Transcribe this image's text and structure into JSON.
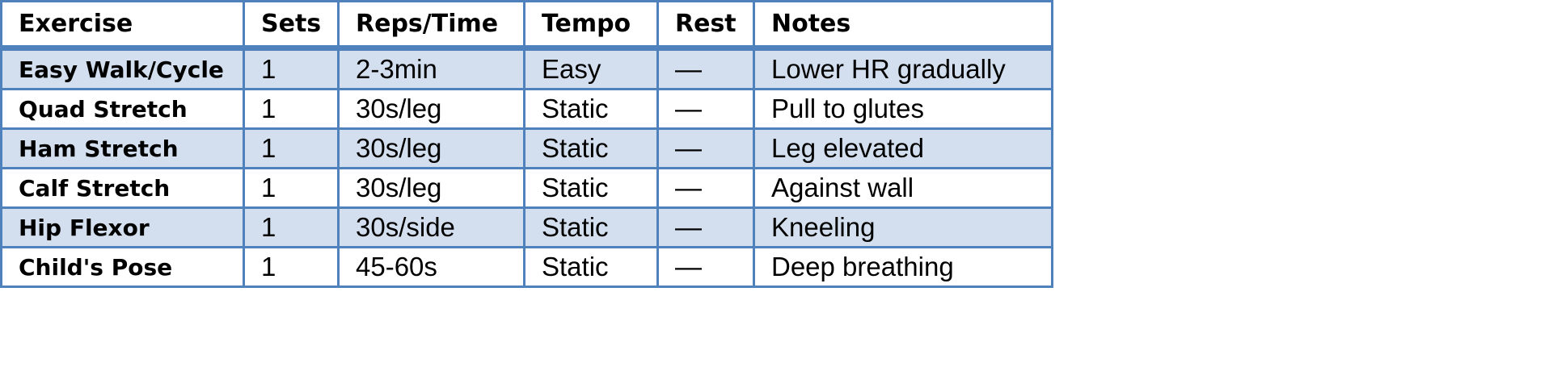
{
  "table": {
    "headers": [
      "Exercise",
      "Sets",
      "Reps/Time",
      "Tempo",
      "Rest",
      "Notes"
    ],
    "rows": [
      {
        "exercise": "Easy Walk/Cycle",
        "sets": "1",
        "reps_time": "2-3min",
        "tempo": "Easy",
        "rest": "—",
        "notes": "Lower HR gradually"
      },
      {
        "exercise": "Quad Stretch",
        "sets": "1",
        "reps_time": "30s/leg",
        "tempo": "Static",
        "rest": "—",
        "notes": "Pull to glutes"
      },
      {
        "exercise": "Ham Stretch",
        "sets": "1",
        "reps_time": "30s/leg",
        "tempo": "Static",
        "rest": "—",
        "notes": "Leg elevated"
      },
      {
        "exercise": "Calf Stretch",
        "sets": "1",
        "reps_time": "30s/leg",
        "tempo": "Static",
        "rest": "—",
        "notes": "Against wall"
      },
      {
        "exercise": "Hip Flexor",
        "sets": "1",
        "reps_time": "30s/side",
        "tempo": "Static",
        "rest": "—",
        "notes": "Kneeling"
      },
      {
        "exercise": "Child's Pose",
        "sets": "1",
        "reps_time": "45-60s",
        "tempo": "Static",
        "rest": "—",
        "notes": "Deep breathing"
      }
    ]
  },
  "colors": {
    "border": "#4f81bd",
    "shaded_row": "#d3dfee",
    "plain_row": "#ffffff"
  }
}
